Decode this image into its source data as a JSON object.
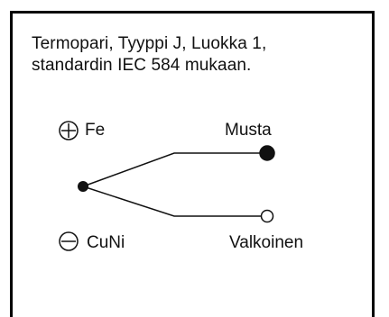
{
  "caption": {
    "line1": "Termopari, Tyyppi J, Luokka 1,",
    "line2": "standardin IEC 584 mukaan."
  },
  "positive_lead": {
    "polarity_symbol": "+",
    "material": "Fe",
    "color_label": "Musta",
    "terminal_style": "filled",
    "color_hex": "#000000"
  },
  "negative_lead": {
    "polarity_symbol": "−",
    "material": "CuNi",
    "color_label": "Valkoinen",
    "terminal_style": "open",
    "color_hex": "#ffffff"
  },
  "junction": {
    "style": "filled"
  }
}
